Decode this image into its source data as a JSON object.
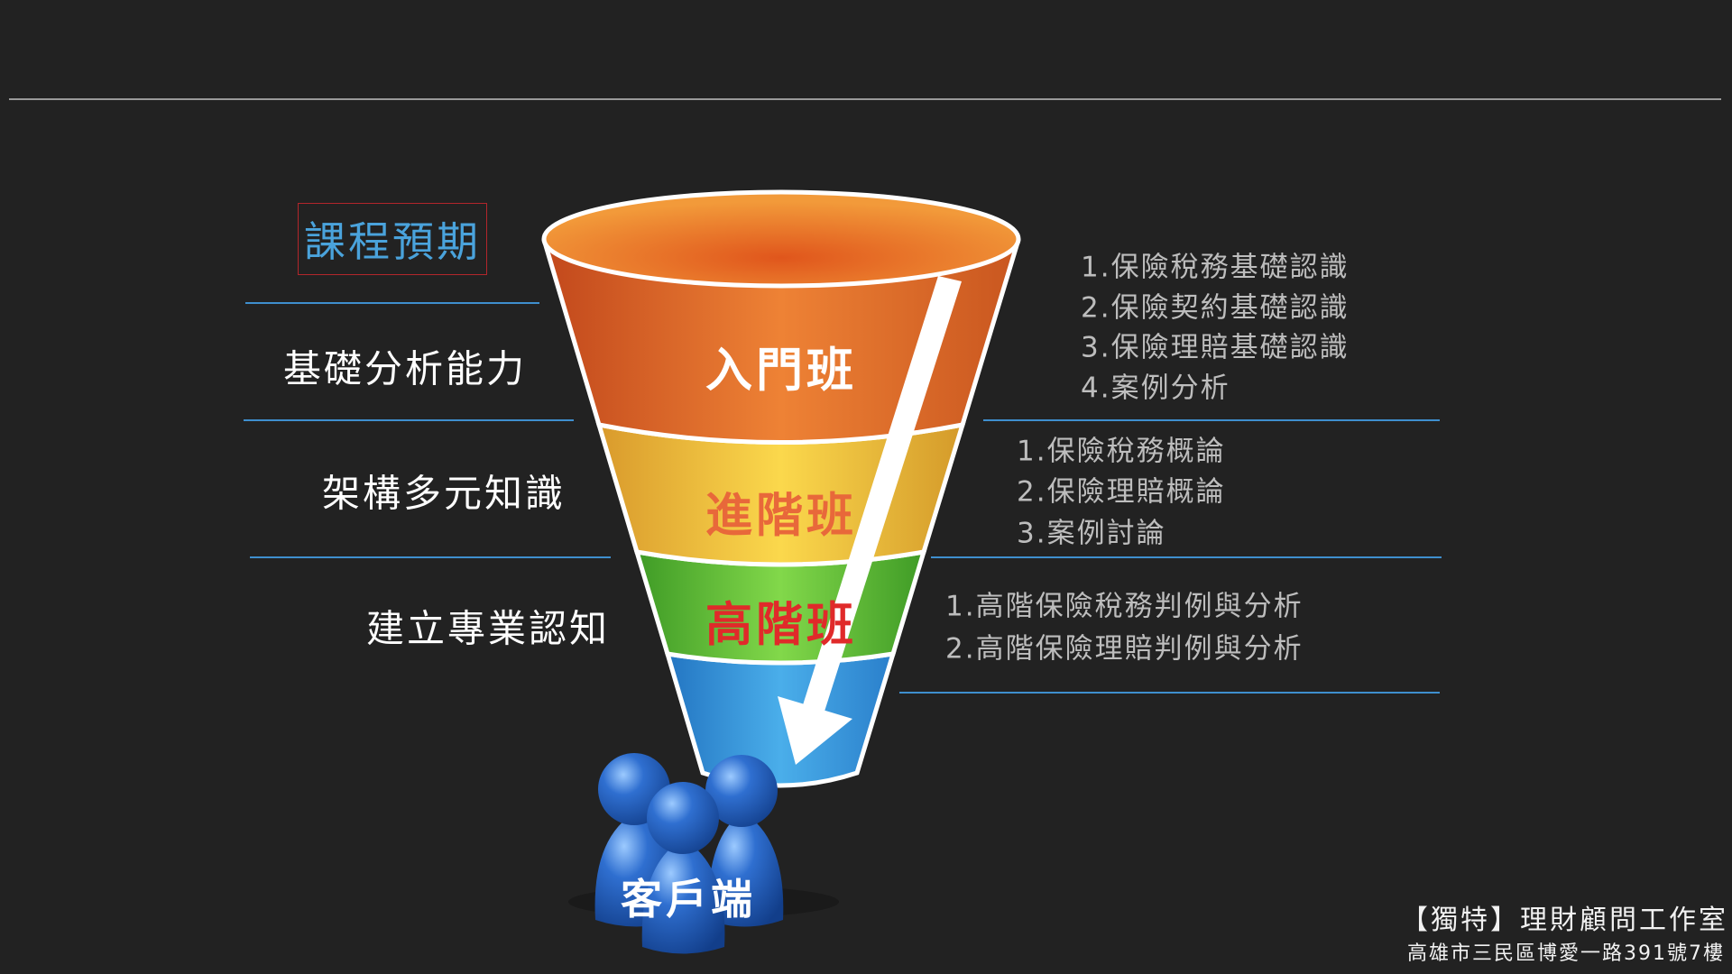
{
  "title": "課程預期",
  "left_labels": [
    "基礎分析能力",
    "架構多元知識",
    "建立專業認知"
  ],
  "funnel": {
    "bands": [
      {
        "label": "入門班",
        "color": "#e8722c",
        "label_color": "#ffffff"
      },
      {
        "label": "進階班",
        "color": "#f5c542",
        "label_color": "#e8683a"
      },
      {
        "label": "高階班",
        "color": "#6cc43a",
        "label_color": "#e02a2a"
      },
      {
        "label": "",
        "color": "#3a9ce0",
        "label_color": "#ffffff"
      }
    ],
    "customer_label": "客戶端"
  },
  "right_groups": [
    [
      "1.保險稅務基礎認識",
      "2.保險契約基礎認識",
      "3.保險理賠基礎認識",
      "4.案例分析"
    ],
    [
      "1.保險稅務概論",
      "2.保險理賠概論",
      "3.案例討論"
    ],
    [
      "1.高階保險稅務判例與分析",
      "2.高階保險理賠判例與分析"
    ]
  ],
  "footer": {
    "studio": "【獨特】理財顧問工作室",
    "address": "高雄市三民區博愛一路391號7樓"
  }
}
